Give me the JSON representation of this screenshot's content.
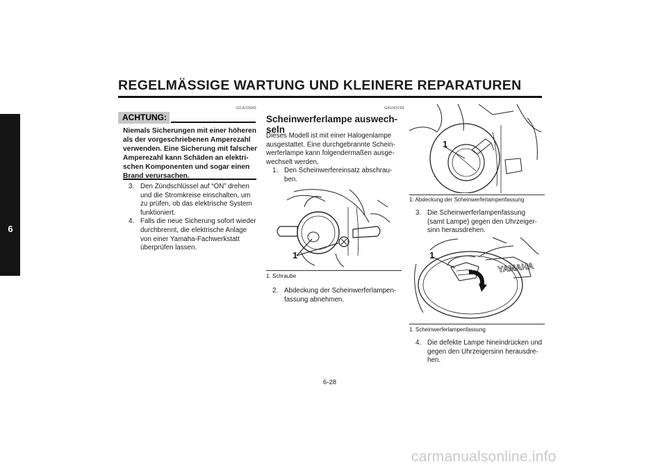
{
  "header": {
    "title": "REGELMÄSSIGE WARTUNG UND KLEINERE REPARATUREN"
  },
  "chapter": {
    "number": "6"
  },
  "left_column": {
    "code": "GCA10640",
    "achtung_label": "ACHTUNG:",
    "warning_lines": [
      "Niemals Sicherungen mit einer höheren",
      "als der vorgeschriebenen Amperezahl",
      "verwenden. Eine Sicherung mit falscher",
      "Amperezahl kann Schäden an elektri-",
      "schen Komponenten und sogar einen",
      "Brand verursachen."
    ],
    "steps": [
      {
        "num": "3.",
        "lines": [
          "Den Zündschlüssel auf “ON” drehen",
          "und die Stromkreise einschalten, um",
          "zu prüfen, ob das elektrische System",
          "funktioniert."
        ]
      },
      {
        "num": "4.",
        "lines": [
          "Falls die neue Sicherung sofort wieder",
          "durchbrennt, die elektrische Anlage",
          "von einer Yamaha-Fachwerkstatt",
          "überprüfen lassen."
        ]
      }
    ]
  },
  "middle_column": {
    "code": "GAU43190",
    "title_lines": [
      "Scheinwerferlampe auswech-",
      "seln"
    ],
    "intro_lines": [
      "Dieses Modell ist mit einer Halogenlampe",
      "ausgestattet. Eine durchgebrannte Schein-",
      "werferlampe kann folgendermaßen ausge-",
      "wechselt werden."
    ],
    "step1": {
      "num": "1.",
      "lines": [
        "Den Scheinwerfereinsatz abschrau-",
        "ben."
      ]
    },
    "figure1": {
      "callout": "1",
      "caption": "1.  Schraube"
    },
    "step2": {
      "num": "2.",
      "lines": [
        "Abdeckung der Scheinwerferlampen-",
        "fassung abnehmen."
      ]
    }
  },
  "right_column": {
    "figure2": {
      "callout": "1",
      "caption": "1.  Abdeckung der Scheinwerferlampenfassung"
    },
    "step3": {
      "num": "3.",
      "lines": [
        "Die Scheinwerferlampenfassung",
        "(samt Lampe) gegen den Uhrzeiger-",
        "sinn herausdrehen."
      ]
    },
    "figure3": {
      "callout": "1",
      "logo_text": "YAMAHA",
      "caption": "1.  Scheinwerferlampenfassung"
    },
    "step4": {
      "num": "4.",
      "lines": [
        "Die defekte Lampe hineindrücken und",
        "gegen den Uhrzeigersinn herausdre-",
        "hen."
      ]
    }
  },
  "footer": {
    "page_number": "6-28"
  },
  "watermark": {
    "text": "carmanualsonline.info"
  }
}
